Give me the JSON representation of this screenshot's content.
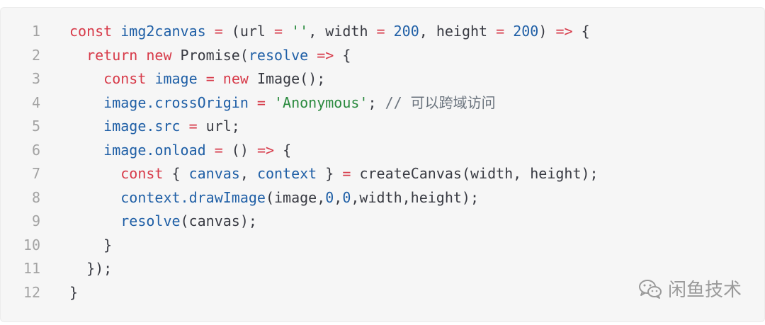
{
  "code": {
    "lines": [
      {
        "number": "1",
        "tokens": [
          {
            "t": "const ",
            "k": "keyword"
          },
          {
            "t": "img2canvas",
            "k": "ident"
          },
          {
            "t": " ",
            "k": "default"
          },
          {
            "t": "=",
            "k": "keyword"
          },
          {
            "t": " (url ",
            "k": "default"
          },
          {
            "t": "=",
            "k": "keyword"
          },
          {
            "t": " ",
            "k": "default"
          },
          {
            "t": "''",
            "k": "string"
          },
          {
            "t": ", width ",
            "k": "default"
          },
          {
            "t": "=",
            "k": "keyword"
          },
          {
            "t": " ",
            "k": "default"
          },
          {
            "t": "200",
            "k": "number"
          },
          {
            "t": ", height ",
            "k": "default"
          },
          {
            "t": "=",
            "k": "keyword"
          },
          {
            "t": " ",
            "k": "default"
          },
          {
            "t": "200",
            "k": "number"
          },
          {
            "t": ") ",
            "k": "default"
          },
          {
            "t": "=>",
            "k": "keyword"
          },
          {
            "t": " {",
            "k": "default"
          }
        ]
      },
      {
        "number": "2",
        "tokens": [
          {
            "t": "  ",
            "k": "default"
          },
          {
            "t": "return",
            "k": "keyword"
          },
          {
            "t": " ",
            "k": "default"
          },
          {
            "t": "new",
            "k": "keyword"
          },
          {
            "t": " Promise(",
            "k": "default"
          },
          {
            "t": "resolve",
            "k": "ident"
          },
          {
            "t": " ",
            "k": "default"
          },
          {
            "t": "=>",
            "k": "keyword"
          },
          {
            "t": " {",
            "k": "default"
          }
        ]
      },
      {
        "number": "3",
        "tokens": [
          {
            "t": "    ",
            "k": "default"
          },
          {
            "t": "const",
            "k": "keyword"
          },
          {
            "t": " ",
            "k": "default"
          },
          {
            "t": "image",
            "k": "ident"
          },
          {
            "t": " ",
            "k": "default"
          },
          {
            "t": "=",
            "k": "keyword"
          },
          {
            "t": " ",
            "k": "default"
          },
          {
            "t": "new",
            "k": "keyword"
          },
          {
            "t": " Image();",
            "k": "default"
          }
        ]
      },
      {
        "number": "4",
        "tokens": [
          {
            "t": "    ",
            "k": "default"
          },
          {
            "t": "image.crossOrigin",
            "k": "ident"
          },
          {
            "t": " ",
            "k": "default"
          },
          {
            "t": "=",
            "k": "keyword"
          },
          {
            "t": " ",
            "k": "default"
          },
          {
            "t": "'Anonymous'",
            "k": "string"
          },
          {
            "t": "; ",
            "k": "default"
          },
          {
            "t": "// 可以跨域访问",
            "k": "comment"
          }
        ]
      },
      {
        "number": "5",
        "tokens": [
          {
            "t": "    ",
            "k": "default"
          },
          {
            "t": "image.src",
            "k": "ident"
          },
          {
            "t": " ",
            "k": "default"
          },
          {
            "t": "=",
            "k": "keyword"
          },
          {
            "t": " url;",
            "k": "default"
          }
        ]
      },
      {
        "number": "6",
        "tokens": [
          {
            "t": "    ",
            "k": "default"
          },
          {
            "t": "image.onload",
            "k": "ident"
          },
          {
            "t": " ",
            "k": "default"
          },
          {
            "t": "=",
            "k": "keyword"
          },
          {
            "t": " () ",
            "k": "default"
          },
          {
            "t": "=>",
            "k": "keyword"
          },
          {
            "t": " {",
            "k": "default"
          }
        ]
      },
      {
        "number": "7",
        "tokens": [
          {
            "t": "      ",
            "k": "default"
          },
          {
            "t": "const",
            "k": "keyword"
          },
          {
            "t": " { ",
            "k": "default"
          },
          {
            "t": "canvas",
            "k": "ident"
          },
          {
            "t": ", ",
            "k": "default"
          },
          {
            "t": "context",
            "k": "ident"
          },
          {
            "t": " } ",
            "k": "default"
          },
          {
            "t": "=",
            "k": "keyword"
          },
          {
            "t": " createCanvas(width, height);",
            "k": "default"
          }
        ]
      },
      {
        "number": "8",
        "tokens": [
          {
            "t": "      ",
            "k": "default"
          },
          {
            "t": "context.drawImage",
            "k": "ident"
          },
          {
            "t": "(image,",
            "k": "default"
          },
          {
            "t": "0",
            "k": "number"
          },
          {
            "t": ",",
            "k": "default"
          },
          {
            "t": "0",
            "k": "number"
          },
          {
            "t": ",width,height);",
            "k": "default"
          }
        ]
      },
      {
        "number": "9",
        "tokens": [
          {
            "t": "      ",
            "k": "default"
          },
          {
            "t": "resolve",
            "k": "ident"
          },
          {
            "t": "(canvas);",
            "k": "default"
          }
        ]
      },
      {
        "number": "10",
        "tokens": [
          {
            "t": "    }",
            "k": "default"
          }
        ]
      },
      {
        "number": "11",
        "tokens": [
          {
            "t": "  });",
            "k": "default"
          }
        ]
      },
      {
        "number": "12",
        "tokens": [
          {
            "t": "}",
            "k": "default"
          }
        ]
      }
    ]
  },
  "watermark": {
    "text": "闲鱼技术",
    "icon": "wechat-icon",
    "color": "#9a9a9a"
  },
  "colors": {
    "keyword": "#d73a49",
    "ident": "#1f5fa6",
    "string": "#2a8a3e",
    "comment": "#6a737d",
    "default": "#383a42",
    "line_number": "#a3a3a3",
    "panel_background": "#f6f6f6"
  }
}
